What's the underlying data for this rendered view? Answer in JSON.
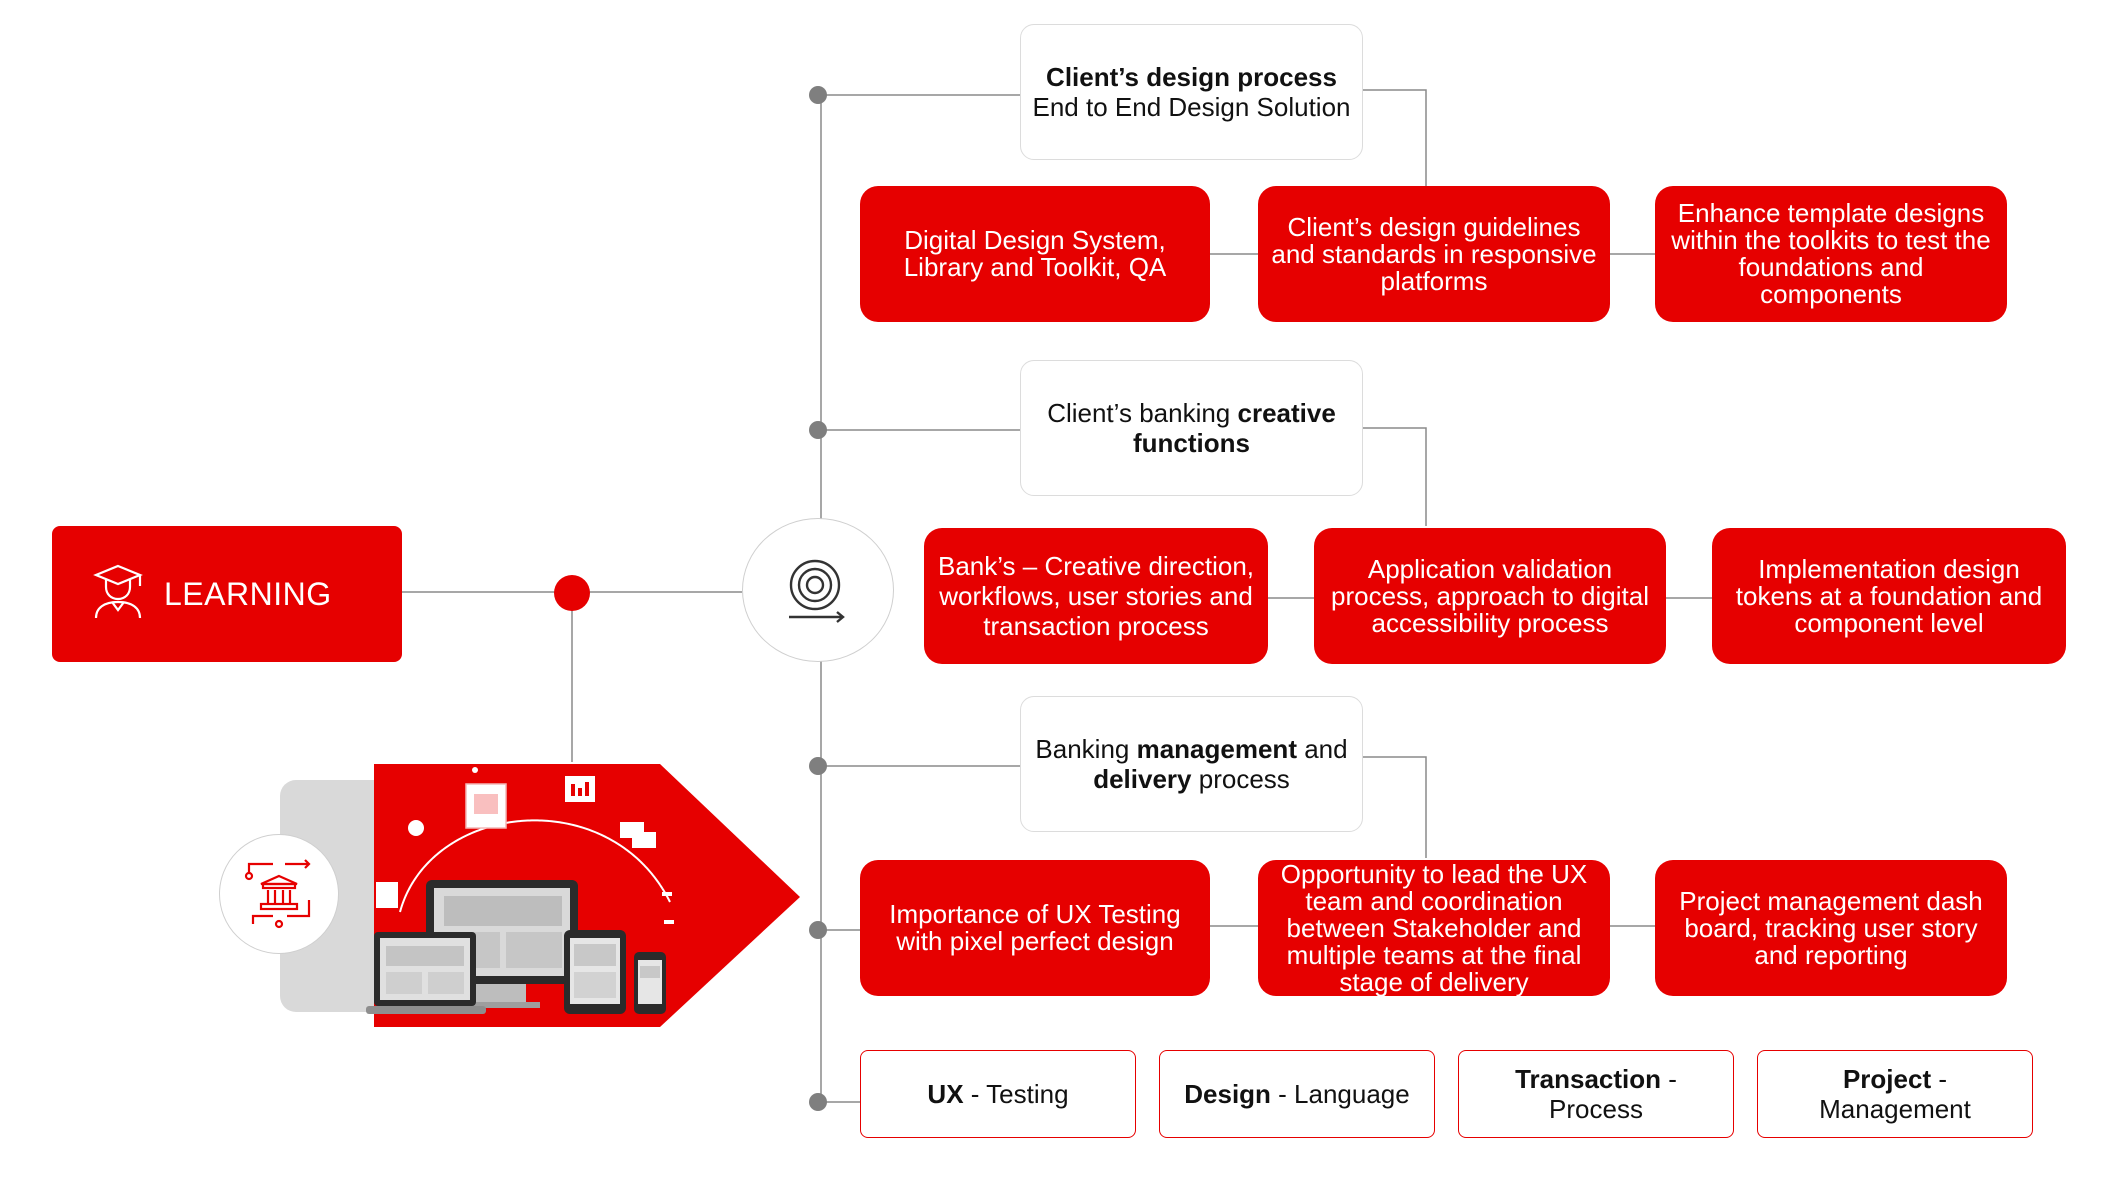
{
  "learning": {
    "label": "LEARNING"
  },
  "headers": [
    {
      "bold_a": "Client’s design process",
      "text_a": "",
      "line2": "End to End Design Solution",
      "bold_b": ""
    },
    {
      "text_a": "Client’s banking ",
      "bold_a": "creative",
      "line2_bold": "functions"
    },
    {
      "text_a": "Banking ",
      "bold_a": "management",
      "text_b": " and",
      "line2_bold": "delivery",
      "line2_text": " process"
    }
  ],
  "rows": [
    [
      "Digital Design System, Library and Toolkit, QA",
      "Client’s design guidelines and standards in responsive platforms",
      "Enhance template designs within the toolkits to test the foundations and components"
    ],
    [
      "Bank’s – Creative direction, workflows, user stories and transaction process",
      "Application validation process, approach to digital accessibility process",
      "Implementation design tokens at a foundation and component level"
    ],
    [
      "Importance of UX Testing with pixel perfect design",
      "Opportunity to lead the UX team and coordination between Stakeholder and multiple teams at the final stage of delivery",
      "Project management dash board, tracking user story and reporting"
    ]
  ],
  "tags": [
    {
      "bold": "UX",
      "rest": " - Testing"
    },
    {
      "bold": "Design",
      "rest": " - Language"
    },
    {
      "bold": "Transaction",
      "rest": " -",
      "line2": "Process"
    },
    {
      "bold": "Project",
      "rest": " -",
      "line2": "Management"
    }
  ],
  "colors": {
    "accent": "#e60000",
    "line": "#8a8a8a",
    "dot": "#7f7f7f",
    "panel_gray": "#d9d9d9"
  },
  "icons": {
    "learning": "graduate-icon",
    "center": "target-cycle-icon",
    "bank": "bank-building-icon",
    "devices": "devices-illustration"
  }
}
